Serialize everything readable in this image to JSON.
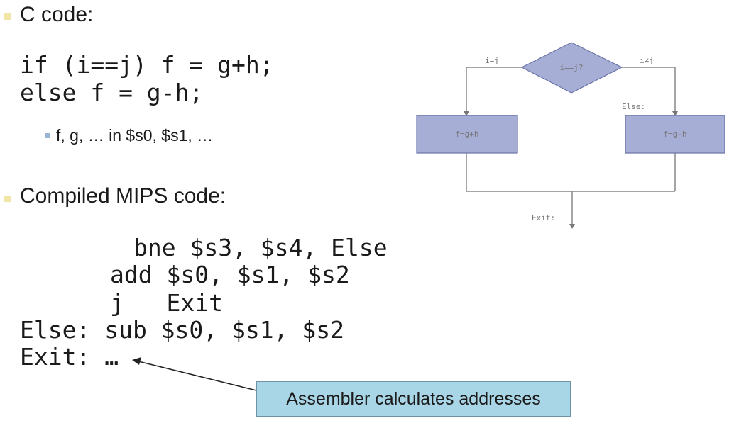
{
  "c_section": {
    "heading": "C code:",
    "code_lines": [
      "if (i==j) f = g+h;",
      "else f = g-h;"
    ],
    "note": "f, g, … in $s0, $s1, …"
  },
  "mips_section": {
    "heading": "Compiled MIPS code:",
    "code_lines": [
      "bne $s3, $s4, Else",
      "add $s0, $s1, $s2",
      "j   Exit",
      "Else: sub $s0, $s1, $s2",
      "Exit: …"
    ]
  },
  "callout": {
    "text": "Assembler calculates addresses"
  },
  "flowchart": {
    "decision": "i==j?",
    "true_branch_label": "i=j",
    "false_branch_label": "i≠j",
    "left_box": "f=g+h",
    "right_box": "f=g-h",
    "else_label": "Else:",
    "exit_label": "Exit:"
  }
}
